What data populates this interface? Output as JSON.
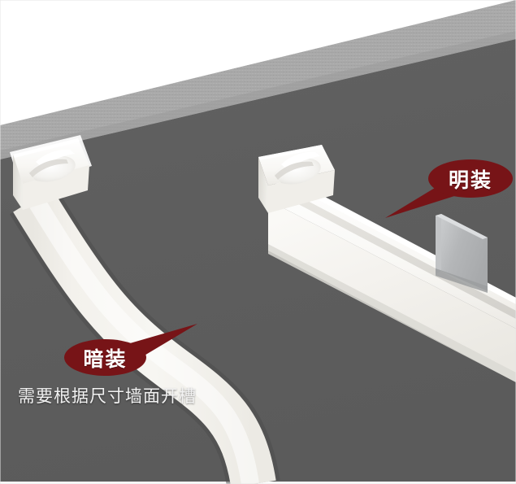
{
  "scene": {
    "title": "LED strip installation comparison illustration",
    "background_color": "#ffffff",
    "wall_color": "#5e5e5e",
    "wall_top_band_color": "#a9a9a9",
    "strip_color": "#f2f0eb",
    "strip_highlight_color": "#ffffff",
    "bracket_color": "#b9bbbd"
  },
  "callouts": {
    "surface_mount": {
      "label": "明装",
      "bubble_color": "#771417",
      "text_color": "#ffffff",
      "pointer_direction": "down-left",
      "target": "surface-mounted strip"
    },
    "recessed": {
      "label": "暗装",
      "bubble_color": "#771417",
      "text_color": "#ffffff",
      "pointer_direction": "up-right",
      "target": "recessed strip"
    }
  },
  "caption": {
    "text": "需要根据尺寸墙面开槽",
    "text_color": "#f2f2f2"
  },
  "objects": {
    "recessed_strip": {
      "name": "暗装 recessed flexible LED neon strip",
      "end_cap": "white square end cap with silicone channel",
      "path": "S-curve from upper-left down to bottom center"
    },
    "surface_strip": {
      "name": "明装 surface mounted LED neon strip",
      "end_cap": "white square end cap with silicone channel",
      "path": "straight diagonal to lower-right",
      "accessory": "metal mounting clip"
    }
  }
}
